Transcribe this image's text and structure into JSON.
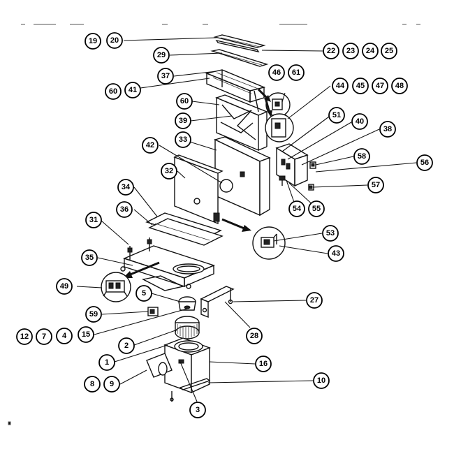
{
  "callouts": [
    {
      "id": "c19",
      "label": "19"
    },
    {
      "id": "c20",
      "label": "20"
    },
    {
      "id": "c22",
      "label": "22"
    },
    {
      "id": "c23",
      "label": "23"
    },
    {
      "id": "c24",
      "label": "24"
    },
    {
      "id": "c25",
      "label": "25"
    },
    {
      "id": "c29",
      "label": "29"
    },
    {
      "id": "c37",
      "label": "37"
    },
    {
      "id": "c46",
      "label": "46"
    },
    {
      "id": "c61",
      "label": "61"
    },
    {
      "id": "c60a",
      "label": "60"
    },
    {
      "id": "c41",
      "label": "41"
    },
    {
      "id": "c44",
      "label": "44"
    },
    {
      "id": "c45",
      "label": "45"
    },
    {
      "id": "c47",
      "label": "47"
    },
    {
      "id": "c48",
      "label": "48"
    },
    {
      "id": "c60b",
      "label": "60"
    },
    {
      "id": "c51",
      "label": "51"
    },
    {
      "id": "c39",
      "label": "39"
    },
    {
      "id": "c40",
      "label": "40"
    },
    {
      "id": "c38",
      "label": "38"
    },
    {
      "id": "c33",
      "label": "33"
    },
    {
      "id": "c42",
      "label": "42"
    },
    {
      "id": "c58",
      "label": "58"
    },
    {
      "id": "c56",
      "label": "56"
    },
    {
      "id": "c32",
      "label": "32"
    },
    {
      "id": "c57",
      "label": "57"
    },
    {
      "id": "c34",
      "label": "34"
    },
    {
      "id": "c54",
      "label": "54"
    },
    {
      "id": "c55",
      "label": "55"
    },
    {
      "id": "c36",
      "label": "36"
    },
    {
      "id": "c31",
      "label": "31"
    },
    {
      "id": "c53",
      "label": "53"
    },
    {
      "id": "c43",
      "label": "43"
    },
    {
      "id": "c35",
      "label": "35"
    },
    {
      "id": "c49",
      "label": "49"
    },
    {
      "id": "c5",
      "label": "5"
    },
    {
      "id": "c27",
      "label": "27"
    },
    {
      "id": "c59",
      "label": "59"
    },
    {
      "id": "c12",
      "label": "12"
    },
    {
      "id": "c7",
      "label": "7"
    },
    {
      "id": "c4",
      "label": "4"
    },
    {
      "id": "c15",
      "label": "15"
    },
    {
      "id": "c28",
      "label": "28"
    },
    {
      "id": "c2",
      "label": "2"
    },
    {
      "id": "c1",
      "label": "1"
    },
    {
      "id": "c16",
      "label": "16"
    },
    {
      "id": "c8",
      "label": "8"
    },
    {
      "id": "c9",
      "label": "9"
    },
    {
      "id": "c10",
      "label": "10"
    },
    {
      "id": "c3",
      "label": "3"
    }
  ]
}
